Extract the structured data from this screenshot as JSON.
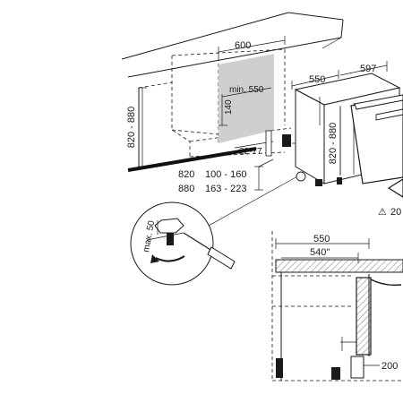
{
  "dimensions": {
    "top_width": "600",
    "min_depth": "min. 550",
    "height_range_left": "820 - 880",
    "gap_140": "140",
    "toe_22_77": "22-77",
    "unit_depth": "550",
    "unit_width": "597",
    "unit_height": "820 - 880",
    "offset_20": "20"
  },
  "plinth_table": {
    "rows": [
      {
        "height": "820",
        "range": "100 - 160"
      },
      {
        "height": "880",
        "range": "163 - 223"
      }
    ]
  },
  "adjustment": {
    "label": "max. 50"
  },
  "warning": {
    "symbol": "⚠",
    "label": "20"
  },
  "section": {
    "depth_outer": "550",
    "depth_inner": "540\"",
    "plinth": "200"
  },
  "colors": {
    "line": "#1a1a1a",
    "cut_area": "#cfcfcf",
    "worktop_hatch": "#9a9a9a"
  }
}
